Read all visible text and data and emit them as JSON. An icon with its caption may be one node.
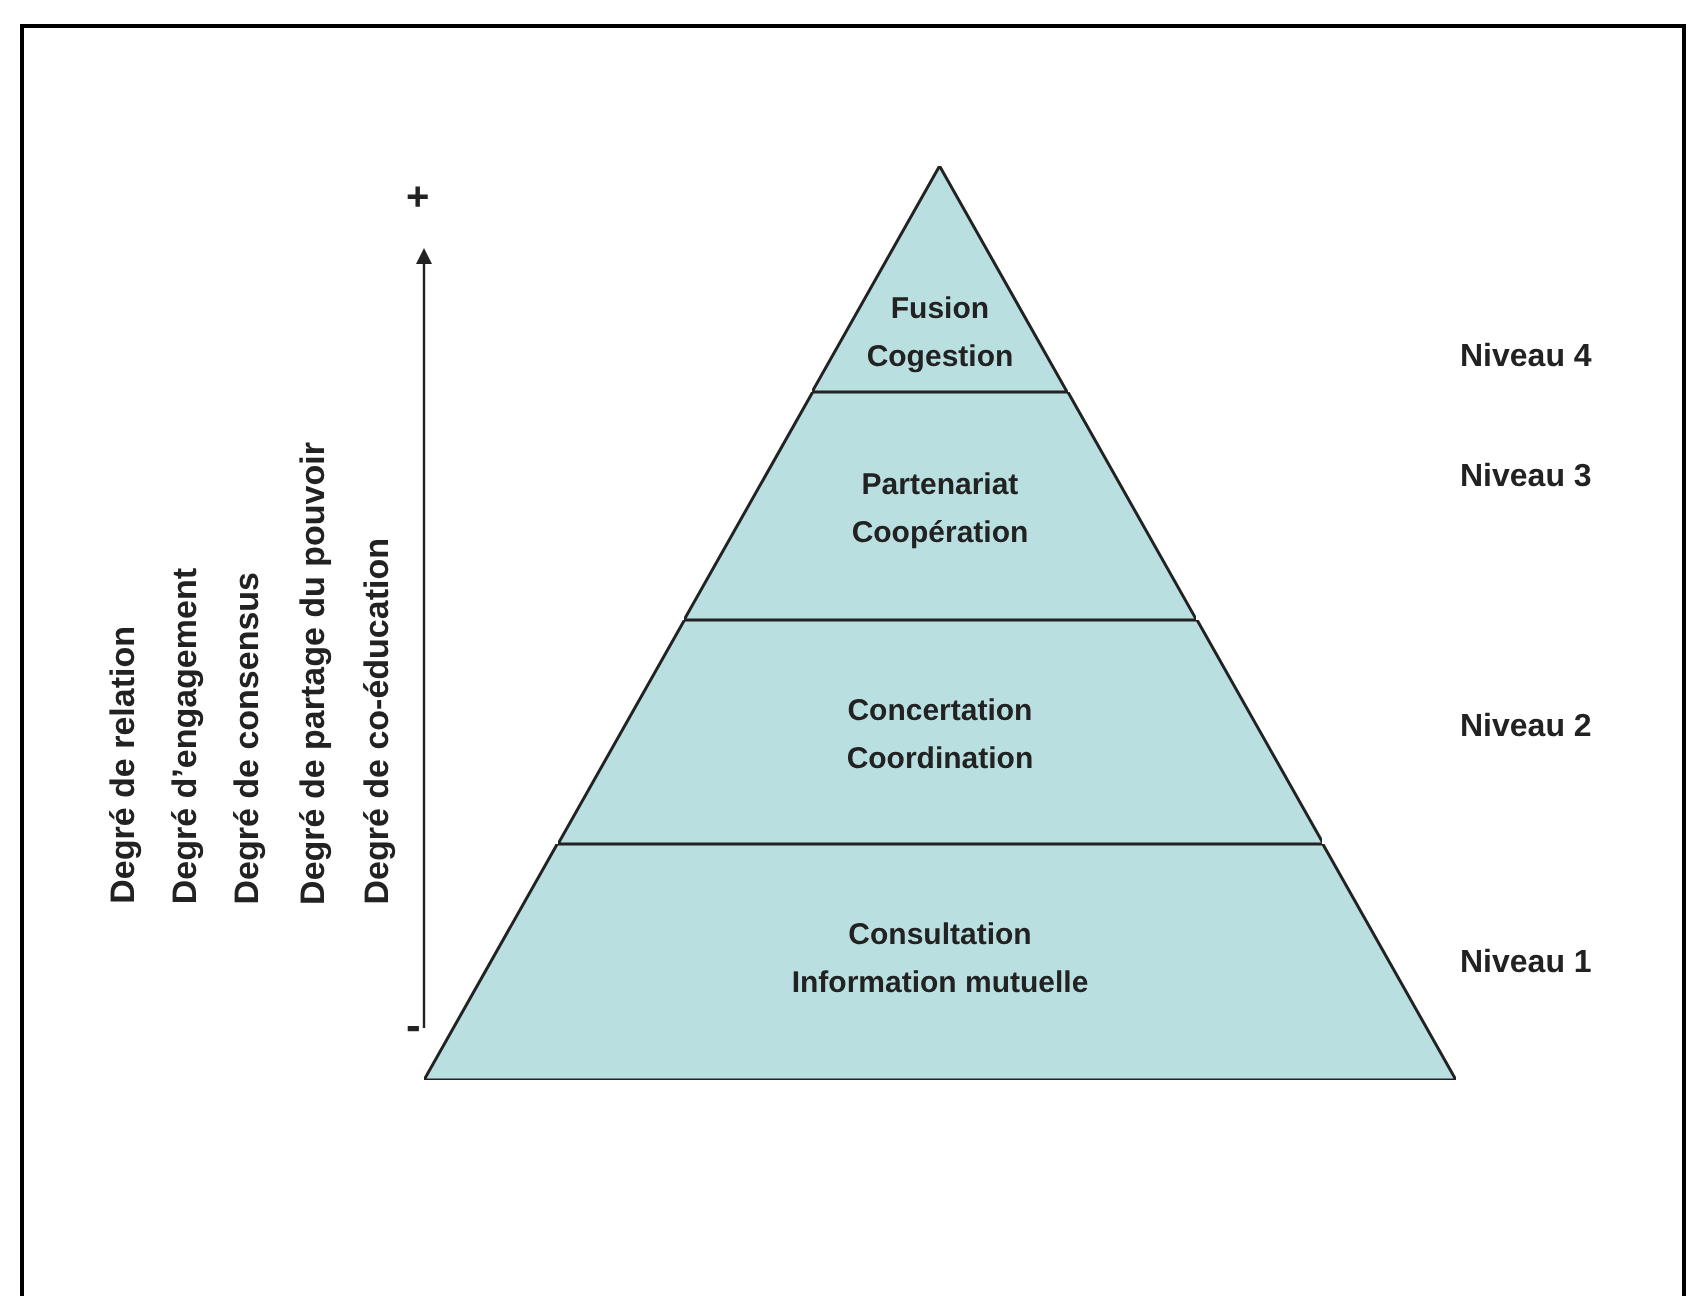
{
  "diagram": {
    "nodes": [
      {
        "text": [
          "Fusion Cogestion"
        ]
      },
      {
        "text": [
          "Partenariat Coopération"
        ]
      },
      {
        "text": [
          "Concertation Coordination"
        ]
      },
      {
        "text": [
          "Consultation Information mutuelle"
        ]
      }
    ],
    "edges": [],
    "labels": [
      "+",
      "Niveau 4",
      "Niveau 3",
      "Degré de relation",
      "Degré d’engagement",
      "Degré de consensus",
      "Degré de partage du pouvoir",
      "Degré de co-éducation",
      "Niveau 2",
      "Niveau 1",
      "-"
    ]
  }
}
